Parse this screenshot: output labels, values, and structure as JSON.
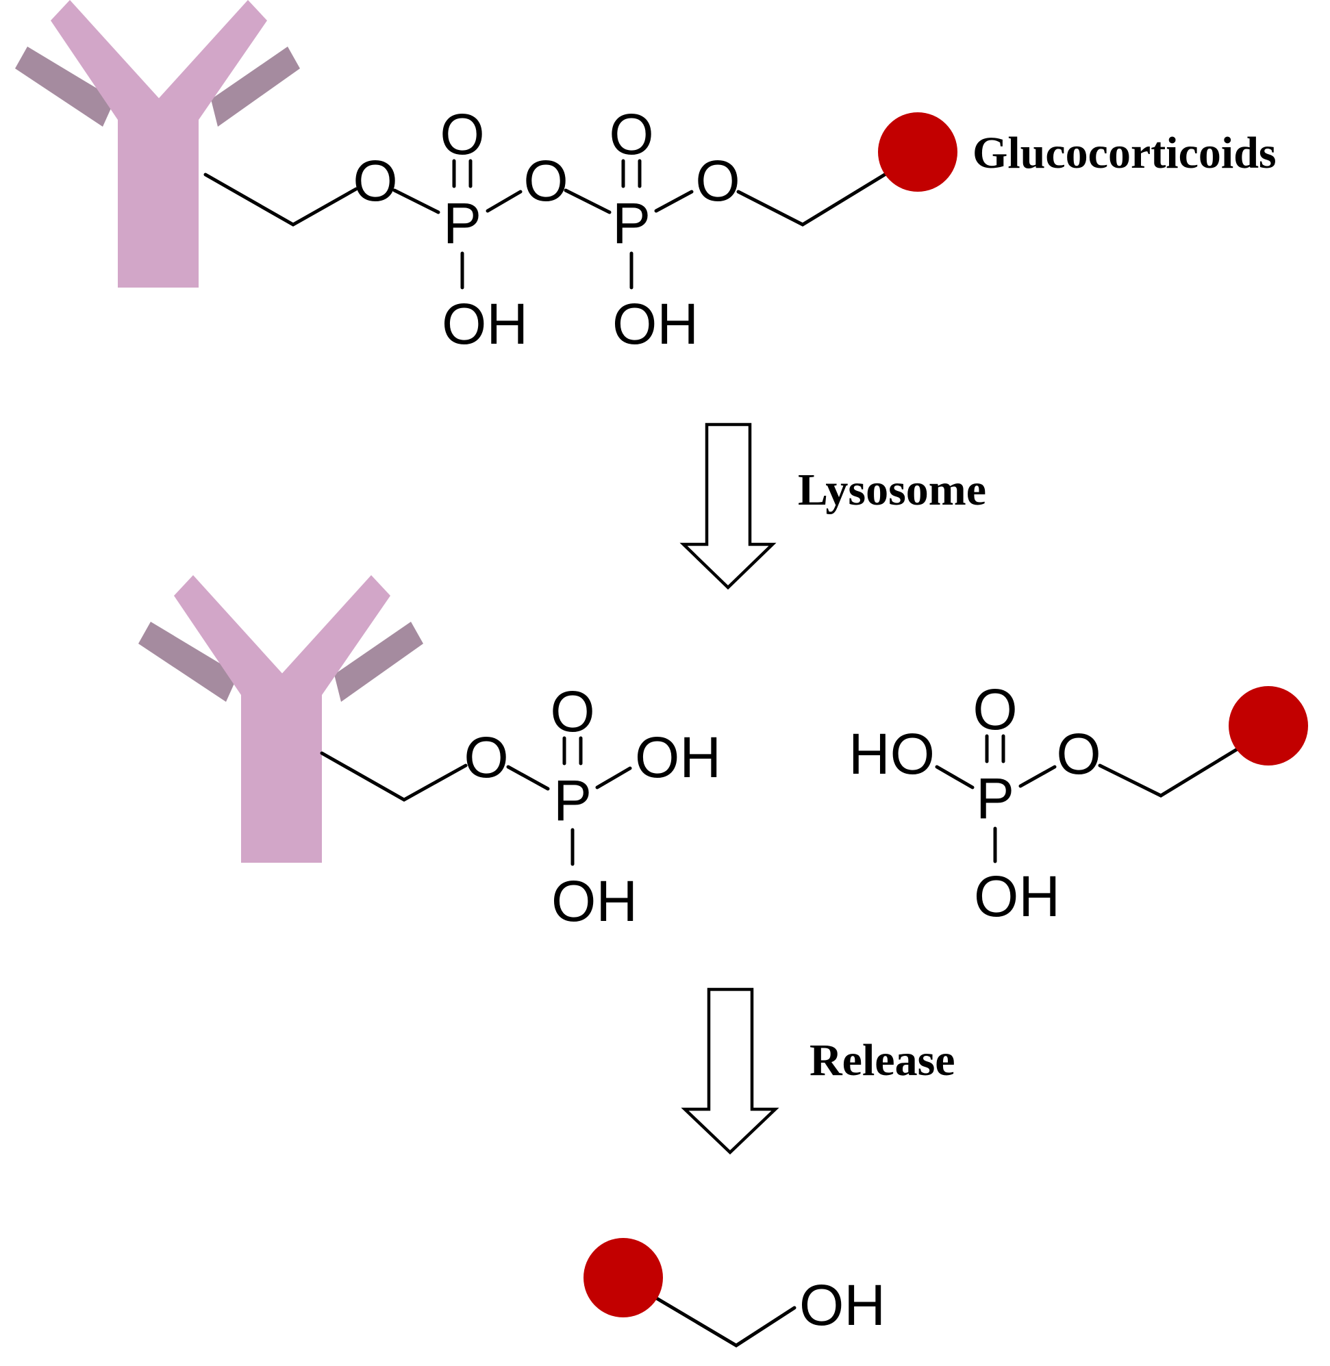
{
  "colors": {
    "antibody_heavy": "#d2a6c8",
    "antibody_light": "#a58b9f",
    "drug_sphere": "#c20000",
    "ink": "#000000"
  },
  "labels": {
    "drug": "Glucocorticoids",
    "step1": "Lysosome",
    "step2": "Release"
  },
  "atoms": {
    "oxygen": "O",
    "phosphorus": "P",
    "hydroxyl": "OH",
    "hydroxyl_left": "HO"
  },
  "icons": {
    "antibody": "antibody-icon",
    "drug": "drug-sphere-icon",
    "arrow": "down-arrow-icon"
  }
}
